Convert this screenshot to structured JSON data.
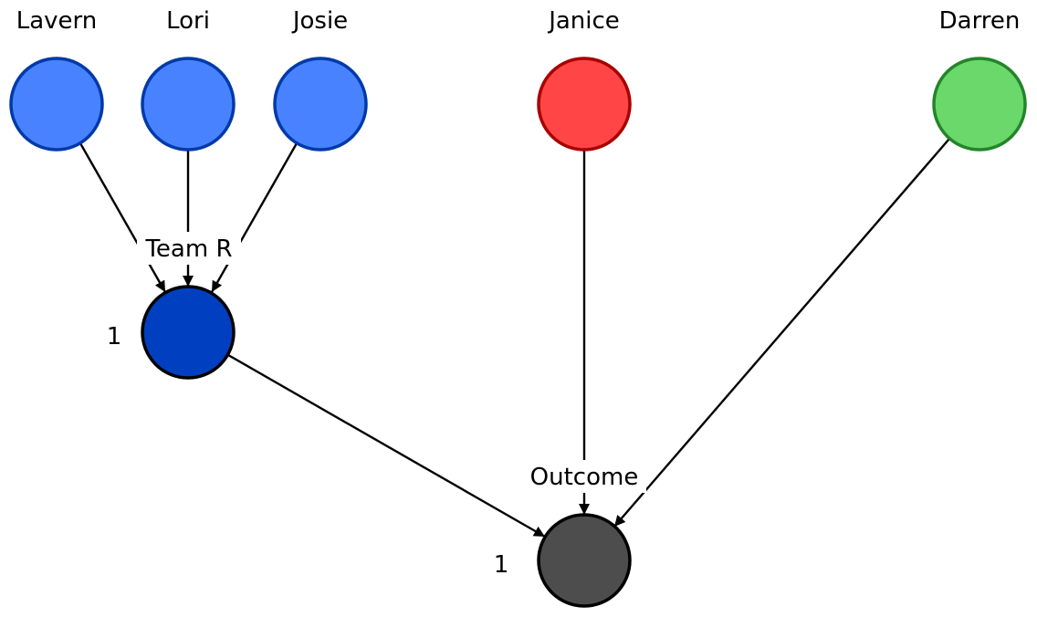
{
  "nodes": {
    "lavern": {
      "label": "Lavern",
      "fill": "#4882FF",
      "stroke": "#003AA8"
    },
    "lori": {
      "label": "Lori",
      "fill": "#4882FF",
      "stroke": "#003AA8"
    },
    "josie": {
      "label": "Josie",
      "fill": "#4882FF",
      "stroke": "#003AA8"
    },
    "janice": {
      "label": "Janice",
      "fill": "#FF4545",
      "stroke": "#A80000"
    },
    "darren": {
      "label": "Darren",
      "fill": "#6AD86A",
      "stroke": "#23852A"
    },
    "team_r": {
      "label": "Team R",
      "value": "1",
      "fill": "#0040C0",
      "stroke": "#000000"
    },
    "outcome": {
      "label": "Outcome",
      "value": "1",
      "fill": "#4D4D4D",
      "stroke": "#000000"
    }
  },
  "edges": [
    {
      "from": "Lavern",
      "to": "Team R"
    },
    {
      "from": "Lori",
      "to": "Team R"
    },
    {
      "from": "Josie",
      "to": "Team R"
    },
    {
      "from": "Team R",
      "to": "Outcome"
    },
    {
      "from": "Janice",
      "to": "Outcome"
    },
    {
      "from": "Darren",
      "to": "Outcome"
    }
  ]
}
